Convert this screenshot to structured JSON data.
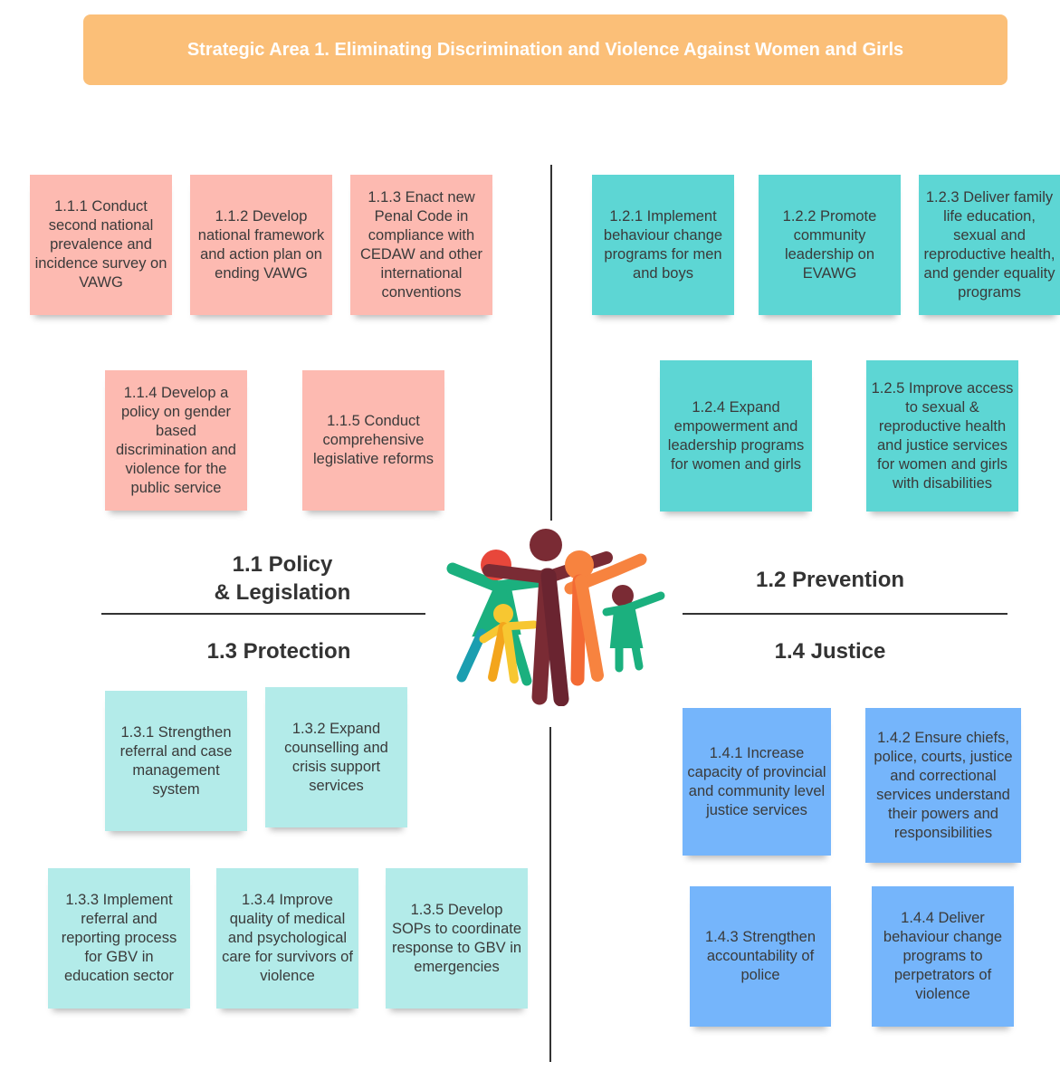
{
  "title": "Strategic Area 1.  Eliminating Discrimination and Violence Against Women and Girls",
  "quadrants": {
    "policy": {
      "heading": "1.1 Policy\n& Legislation",
      "notes": [
        "1.1.1 Conduct second national prevalence and incidence survey on  VAWG",
        "1.1.2 Develop national framework and action plan on ending VAWG",
        "1.1.3 Enact new Penal Code in compliance with CEDAW and other international conventions",
        "1.1.4 Develop a policy on gender based discrimination and violence for the public service",
        "1.1.5 Conduct comprehensive legislative reforms"
      ]
    },
    "prevention": {
      "heading": "1.2 Prevention",
      "notes": [
        "1.2.1 Implement behaviour change programs for men and boys",
        "1.2.2 Promote community leadership on EVAWG",
        "1.2.3 Deliver family life education, sexual and reproductive health, and gender equality programs",
        "1.2.4 Expand empowerment and leadership programs for women and girls",
        "1.2.5 Improve access to sexual & reproductive health and justice services for women and girls with disabilities"
      ]
    },
    "protection": {
      "heading": "1.3 Protection",
      "notes": [
        "1.3.1 Strengthen referral and case management system",
        "1.3.2 Expand counselling and crisis support services",
        "1.3.3 Implement referral and reporting process for GBV in education sector",
        "1.3.4 Improve quality of medical and psychological care for survivors of violence",
        "1.3.5 Develop SOPs to coordinate response to GBV in emergencies"
      ]
    },
    "justice": {
      "heading": "1.4 Justice",
      "notes": [
        "1.4.1 Increase capacity of provincial and community level justice services",
        "1.4.2 Ensure chiefs, police, courts, justice and correctional services understand their powers and responsibilities",
        "1.4.3 Strengthen accountability of police",
        "1.4.4 Deliver behaviour change programs to perpetrators of violence"
      ]
    }
  },
  "colors": {
    "banner": "#fbbf78",
    "policy": "#fdbab1",
    "prevention": "#5dd6d4",
    "protection": "#b3ebe9",
    "justice": "#75b5fb"
  },
  "logo": {
    "icon": "family-group-icon"
  }
}
